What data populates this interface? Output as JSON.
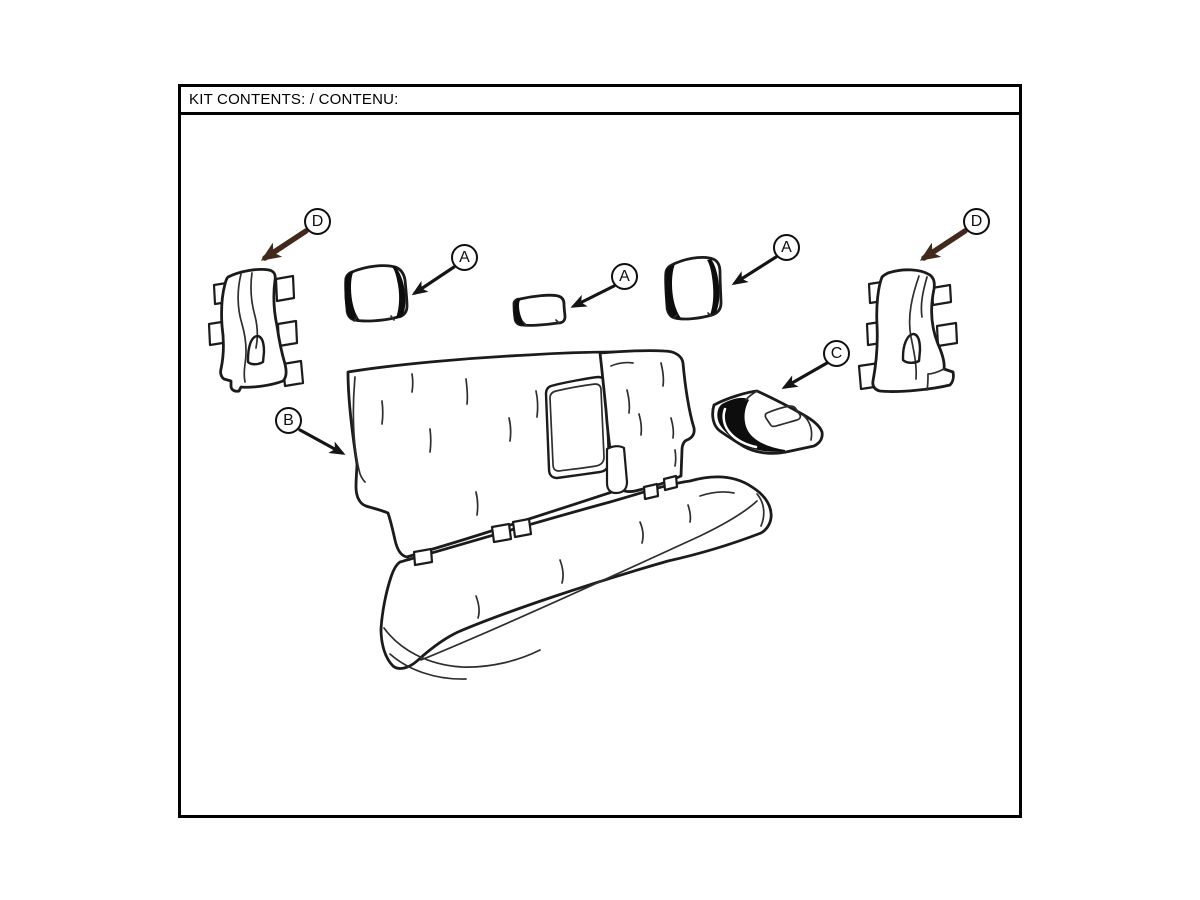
{
  "panel": {
    "header_title": "KIT CONTENTS: / CONTENU:"
  },
  "callouts": {
    "d_left": "D",
    "a_left": "A",
    "a_middle": "A",
    "a_right": "A",
    "d_right": "D",
    "b": "B",
    "c": "C"
  },
  "colors": {
    "line": "#1b1b1b",
    "black_arrow": "#151515",
    "brown_arrow": "#43291c",
    "dark_fill": "#0d0d0d",
    "paper": "#ffffff"
  }
}
